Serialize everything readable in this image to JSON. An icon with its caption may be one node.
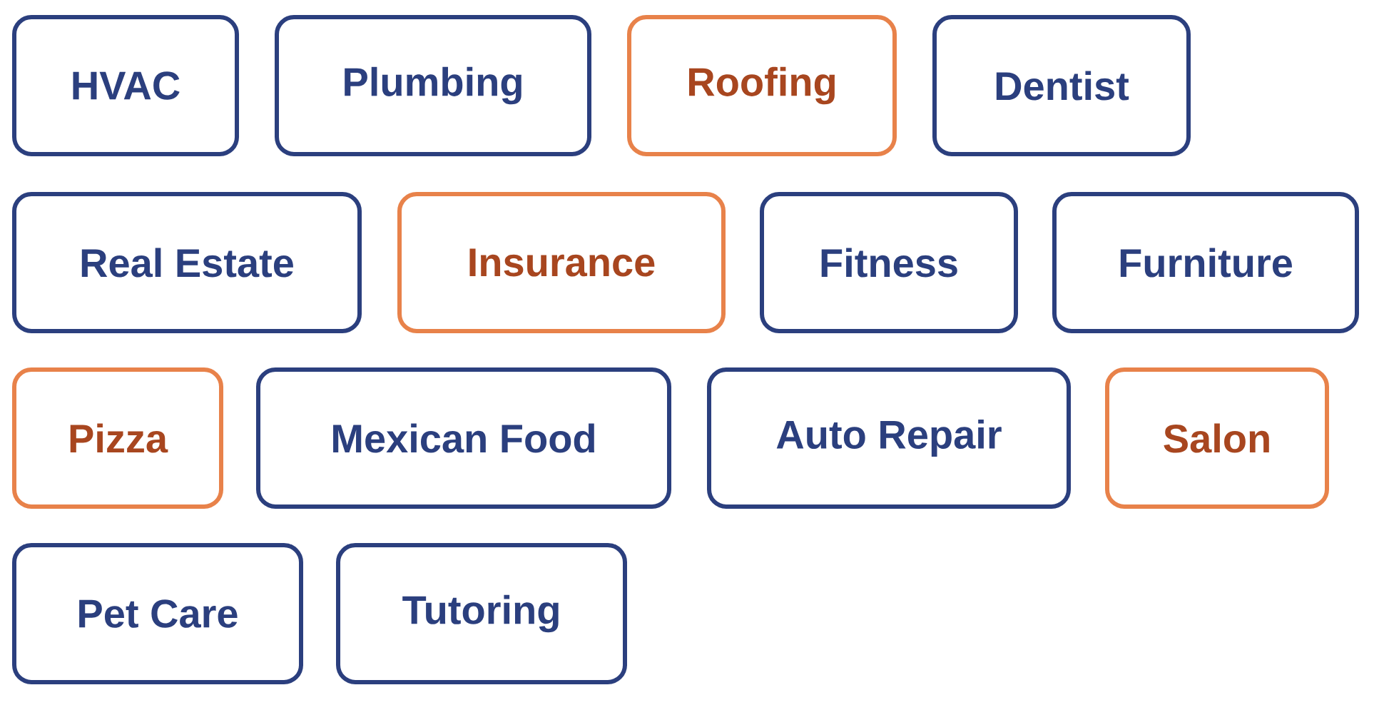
{
  "diagram": {
    "nodes": [
      {
        "text": [
          "HVAC"
        ]
      },
      {
        "text": [
          "Plumbing"
        ]
      },
      {
        "text": [
          "Roofing"
        ]
      },
      {
        "text": [
          "Dentist"
        ]
      },
      {
        "text": [
          "Real Estate"
        ]
      },
      {
        "text": [
          "Insurance"
        ]
      },
      {
        "text": [
          "Fitness"
        ]
      },
      {
        "text": [
          "Furniture"
        ]
      },
      {
        "text": [
          "Pizza"
        ]
      },
      {
        "text": [
          "Mexican Food"
        ]
      },
      {
        "text": [
          "Auto Repair"
        ]
      },
      {
        "text": [
          "Salon"
        ]
      },
      {
        "text": [
          "Pet Care"
        ]
      },
      {
        "text": [
          "Tutoring"
        ]
      }
    ]
  }
}
